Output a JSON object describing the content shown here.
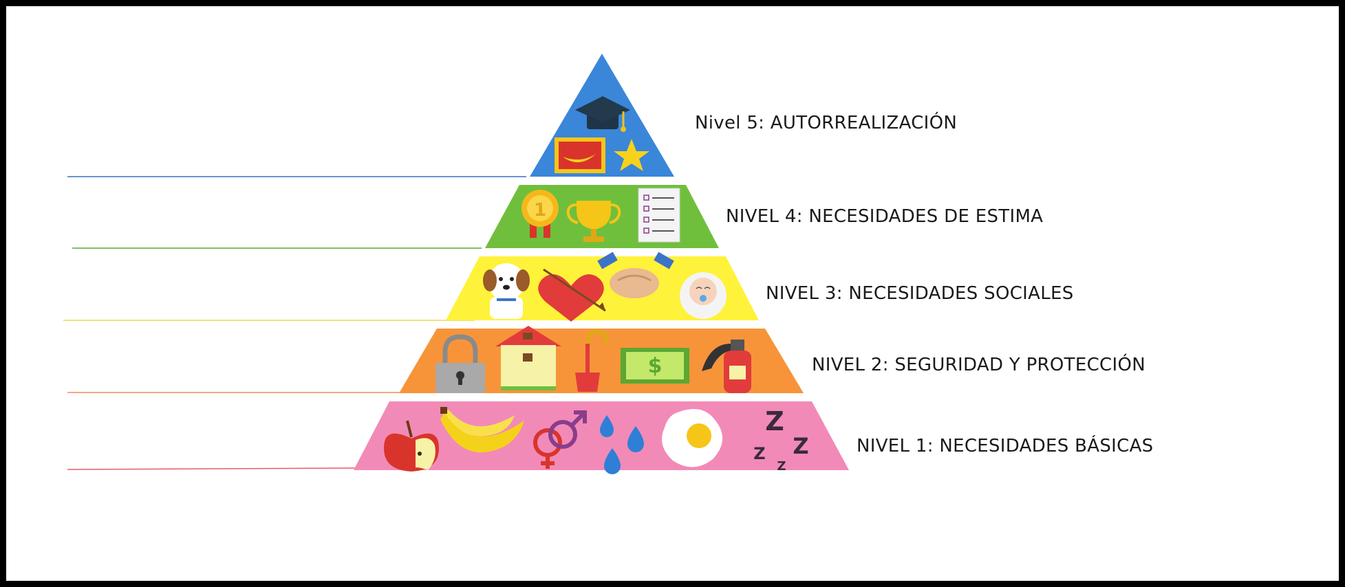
{
  "levels": [
    {
      "label": "Nivel 5: AUTORREALIZACIÓN",
      "color": "#3a86d9",
      "line_color": "#3a6fc4",
      "icons": [
        "graduation-cap-icon",
        "framed-picture-icon",
        "star-icon"
      ]
    },
    {
      "label": "NIVEL 4: NECESIDADES DE ESTIMA",
      "color": "#6fbf3d",
      "line_color": "#5aa832",
      "icons": [
        "medal-icon",
        "trophy-icon",
        "checklist-icon"
      ]
    },
    {
      "label": "NIVEL 3: NECESIDADES SOCIALES",
      "color": "#fff23a",
      "line_color": "#e8d94a",
      "icons": [
        "dog-icon",
        "heart-arrow-icon",
        "handshake-icon",
        "baby-icon"
      ]
    },
    {
      "label": "NIVEL 2: SEGURIDAD Y PROTECCIÓN",
      "color": "#f7943a",
      "line_color": "#f08a5a",
      "icons": [
        "padlock-icon",
        "house-icon",
        "umbrella-icon",
        "money-bill-icon",
        "fire-extinguisher-icon"
      ]
    },
    {
      "label": "NIVEL 1: NECESIDADES BÁSICAS",
      "color": "#f28ab8",
      "line_color": "#e85a6a",
      "icons": [
        "apple-icon",
        "banana-icon",
        "gender-symbols-icon",
        "water-drops-icon",
        "fried-egg-icon",
        "sleep-icon"
      ]
    }
  ],
  "icon_text": {
    "money_symbol": "$",
    "sleep_letter": "Z",
    "medal_number": "1"
  }
}
